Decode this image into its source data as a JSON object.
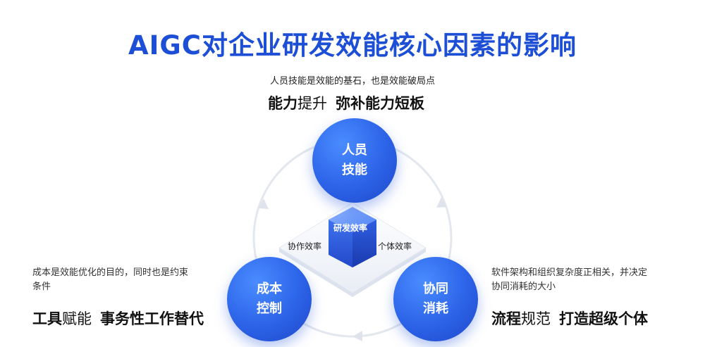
{
  "title": "AIGC对企业研发效能核心因素的影响",
  "top": {
    "note": "人员技能是效能的基石，也是效能破局点",
    "headline_bold_1": "能力",
    "headline_light": "提升",
    "headline_bold_2": "弥补能力短板"
  },
  "nodes": {
    "people": {
      "line1": "人员",
      "line2": "技能"
    },
    "cost": {
      "line1": "成本",
      "line2": "控制"
    },
    "collab": {
      "line1": "协同",
      "line2": "消耗"
    }
  },
  "core": {
    "label": "研发效率",
    "left_label": "协作效率",
    "right_label": "个体效率"
  },
  "left": {
    "desc_line1": "成本是效能优化的目的，同时也是约束",
    "desc_line2": "条件",
    "headline_bold_1": "工具",
    "headline_light": "赋能",
    "headline_bold_2": "事务性工作替代"
  },
  "right": {
    "desc_line1": "软件架构和组织复杂度正相关，并决定",
    "desc_line2": "协同消耗的大小",
    "headline_bold_1": "流程",
    "headline_light": "规范",
    "headline_bold_2": "打造超级个体"
  },
  "colors": {
    "title_blue": "#1d4fd6",
    "node_blue": "#2c63e8",
    "cube_blue": "#3a6ff0"
  }
}
